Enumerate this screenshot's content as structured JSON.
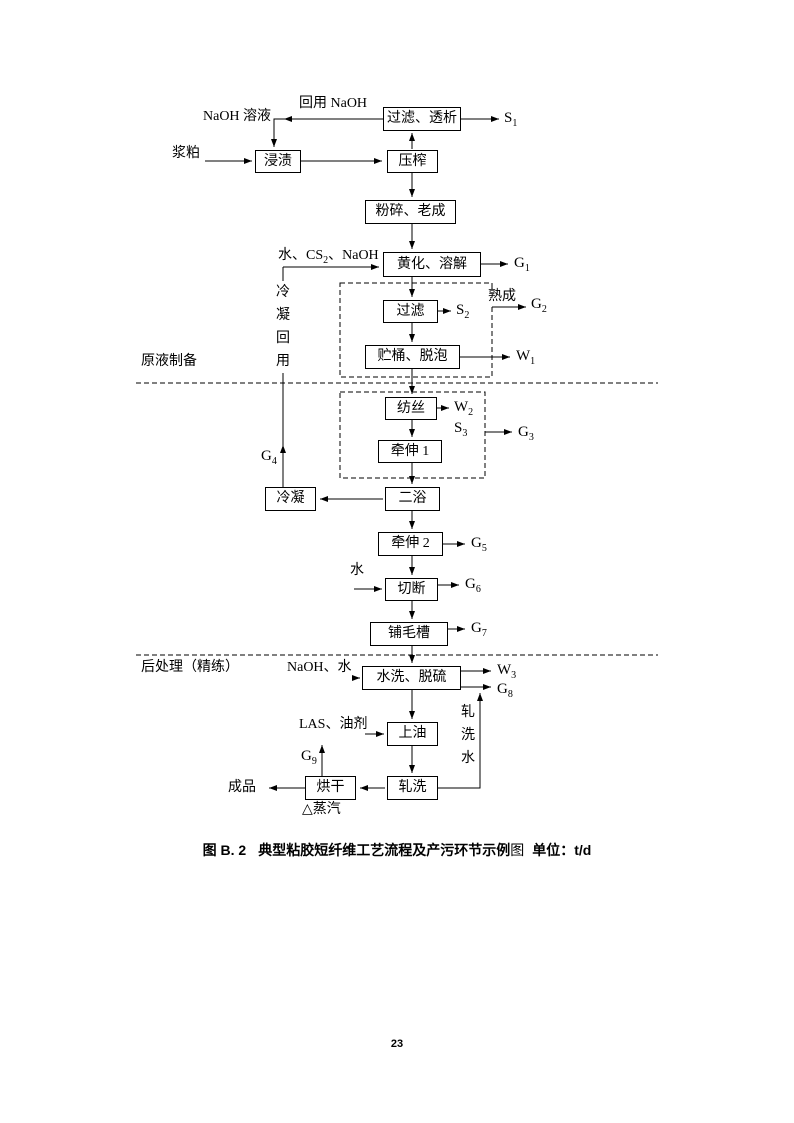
{
  "page_number": "23",
  "section_labels": {
    "prep": "原液制备",
    "post": "后处理（精练）"
  },
  "nodes": {
    "filter_dialysis": "过滤、透析",
    "soak": "浸渍",
    "press": "压榨",
    "crush_aging": "粉碎、老成",
    "yellowing_dissolving": "黄化、溶解",
    "filtration": "过滤",
    "storage_defoaming": "贮桶、脱泡",
    "spinning": "纺丝",
    "drawing1": "牵伸 1",
    "condensation": "冷凝",
    "second_bath": "二浴",
    "drawing2": "牵伸 2",
    "cutting": "切断",
    "fleece_trough": "铺毛槽",
    "washing_desulfur": "水洗、脱硫",
    "oiling": "上油",
    "rolling_wash": "轧洗",
    "drying": "烘干"
  },
  "stream_labels": {
    "recycle_naoh": "回用 NaOH",
    "naoh_solution": "NaOH 溶液",
    "pulp": "浆粕",
    "water_cs2_naoh_pre": "水、CS",
    "water_cs2_naoh_sub": "2",
    "water_cs2_naoh_post": "、NaOH",
    "condense_recycle": "冷凝回用",
    "maturation": "熟成",
    "water": "水",
    "naoh_water": "NaOH、水",
    "las_oil": "LAS、油剂",
    "rinse_water": "轧洗水",
    "steam": "△蒸汽",
    "product": "成品"
  },
  "emissions": {
    "s1": {
      "base": "S",
      "sub": "1"
    },
    "g1": {
      "base": "G",
      "sub": "1"
    },
    "s2": {
      "base": "S",
      "sub": "2"
    },
    "g2": {
      "base": "G",
      "sub": "2"
    },
    "w1": {
      "base": "W",
      "sub": "1"
    },
    "w2": {
      "base": "W",
      "sub": "2"
    },
    "s3": {
      "base": "S",
      "sub": "3"
    },
    "g3": {
      "base": "G",
      "sub": "3"
    },
    "g4": {
      "base": "G",
      "sub": "4"
    },
    "g5": {
      "base": "G",
      "sub": "5"
    },
    "g6": {
      "base": "G",
      "sub": "6"
    },
    "g7": {
      "base": "G",
      "sub": "7"
    },
    "w3": {
      "base": "W",
      "sub": "3"
    },
    "g8": {
      "base": "G",
      "sub": "8"
    },
    "g9": {
      "base": "G",
      "sub": "9"
    }
  },
  "caption": {
    "figure_no": "图 B. 2",
    "title": "典型粘胶短纤维工艺流程及产污环节示例",
    "suffix": "图",
    "unit": "单位：t/d"
  }
}
